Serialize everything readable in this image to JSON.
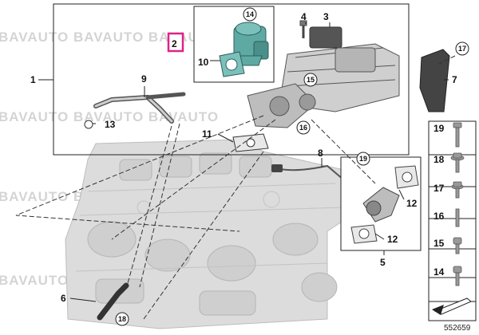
{
  "watermark": "BAVAUTO BAVAUTO BAVAUTO",
  "reference_number": "552659",
  "colors": {
    "highlight": "#e0218a",
    "teal_part": "#5fa9a4",
    "line": "#222222",
    "engine": "#d9d9d9"
  },
  "callouts": {
    "p1": "1",
    "p2": "2",
    "p3": "3",
    "p4": "4",
    "p5": "5",
    "p6": "6",
    "p7": "7",
    "p8": "8",
    "p9": "9",
    "p10": "10",
    "p11": "11",
    "p12a": "12",
    "p12b": "12",
    "p13": "13",
    "p14": "14",
    "p15": "15",
    "p16": "16",
    "p17": "17",
    "p18": "18",
    "p19": "19"
  },
  "fasteners": [
    "19",
    "18",
    "17",
    "16",
    "15",
    "14"
  ],
  "icons": [
    "arrow-icon"
  ]
}
